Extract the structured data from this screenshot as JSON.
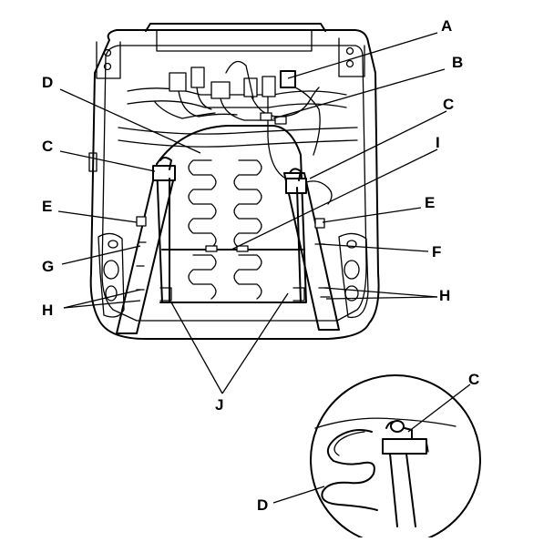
{
  "diagram": {
    "callouts": {
      "a": "A",
      "b": "B",
      "c_top": "C",
      "c_left": "C",
      "d_top": "D",
      "i": "I",
      "e_left": "E",
      "e_right": "E",
      "g": "G",
      "f": "F",
      "h_left": "H",
      "h_right": "H",
      "j": "J",
      "c_detail": "C",
      "d_detail": "D"
    }
  }
}
